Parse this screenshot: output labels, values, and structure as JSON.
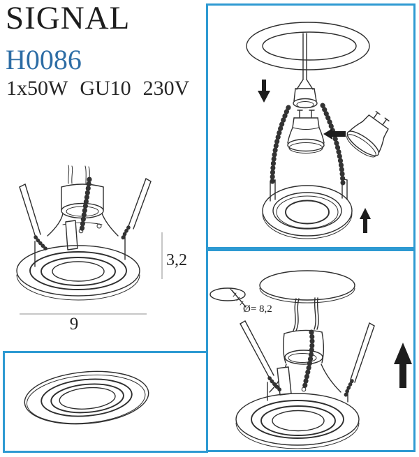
{
  "colors": {
    "panel_border": "#2e9ad2",
    "model_blue": "#2d6da5",
    "ink": "#232323",
    "line": "#2f2f2f"
  },
  "header": {
    "title": "SIGNAL",
    "model": "H0086",
    "specs": [
      "1x50W",
      "GU10",
      "230V"
    ]
  },
  "side_view": {
    "height_dim": "3,2",
    "width_dim": "9"
  },
  "install": {
    "hole_diameter": "Ø= 8,2"
  }
}
